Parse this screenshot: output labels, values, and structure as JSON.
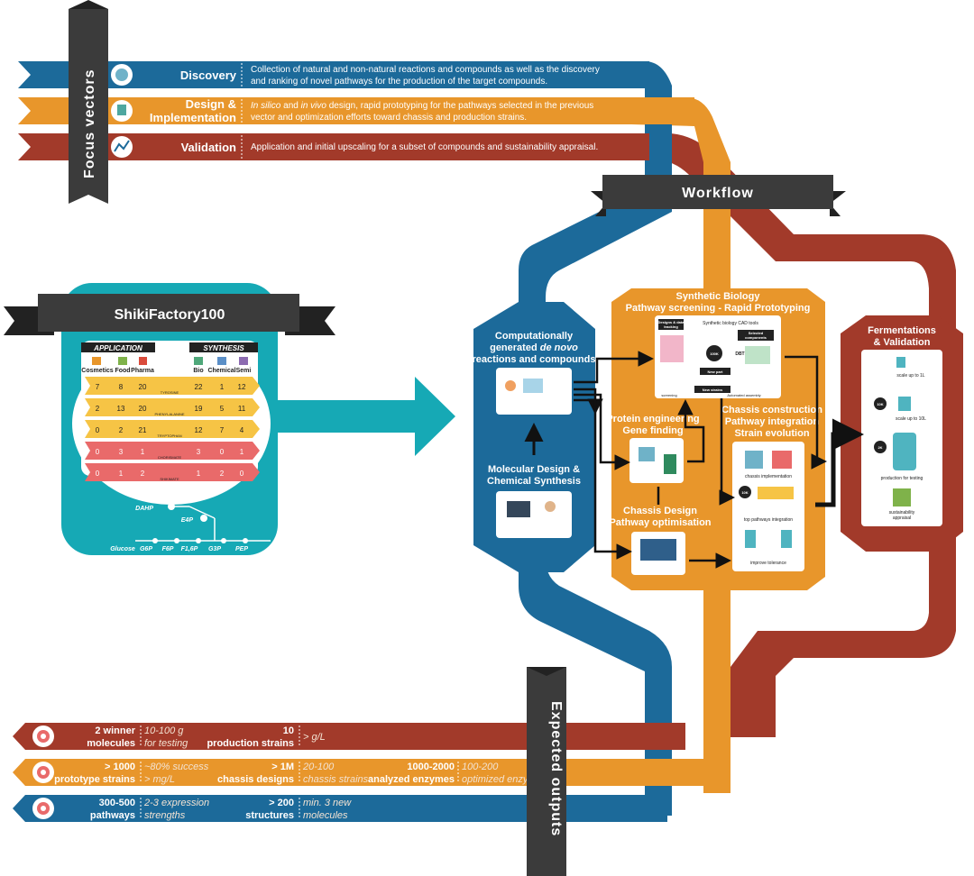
{
  "focus": {
    "label": "Focus vectors",
    "vectors": [
      {
        "title": "Discovery",
        "desc1": "Collection of natural and non-natural reactions and compounds as well as the discovery",
        "desc2": "and ranking of novel pathways for the production of the target compounds."
      },
      {
        "title1": "Design &",
        "title2": "Implementation",
        "desc1_it": "In silico",
        "desc1_mid": " and ",
        "desc1_it2": "in vivo",
        "desc1_rest": " design, rapid prototyping for the pathways selected in the previous",
        "desc2": "vector and optimization efforts toward chassis and production strains."
      },
      {
        "title": "Validation",
        "desc1": "Application and initial upscaling for a subset of compounds and sustainability appraisal."
      }
    ]
  },
  "workflow": {
    "label": "Workflow"
  },
  "shiki": {
    "title": "ShikiFactory100",
    "application_label": "APPLICATION",
    "synthesis_label": "SYNTHESIS",
    "app_cols": [
      "Cosmetics",
      "Food",
      "Pharma"
    ],
    "syn_cols": [
      "Bio",
      "Chemical",
      "Semi"
    ],
    "rows": [
      {
        "name": "TYROSINE",
        "app": [
          "7",
          "8",
          "20"
        ],
        "syn": [
          "22",
          "1",
          "12"
        ]
      },
      {
        "name": "PHENYLALANINE",
        "app": [
          "2",
          "13",
          "20"
        ],
        "syn": [
          "19",
          "5",
          "11"
        ]
      },
      {
        "name": "TRYPTOPHAN",
        "app": [
          "0",
          "2",
          "21"
        ],
        "syn": [
          "12",
          "7",
          "4"
        ]
      },
      {
        "name": "CHORISMATE",
        "app": [
          "0",
          "3",
          "1"
        ],
        "syn": [
          "3",
          "0",
          "1"
        ]
      },
      {
        "name": "SHIKIMATE",
        "app": [
          "0",
          "1",
          "2"
        ],
        "syn": [
          "1",
          "2",
          "0"
        ]
      }
    ],
    "pathway": {
      "dahp": "DAHP",
      "e4p": "E4P",
      "nodes": [
        "Glucose",
        "G6P",
        "F6P",
        "F1,6P",
        "G3P",
        "PEP"
      ]
    }
  },
  "blue_panel": {
    "top_title1": "Computationally",
    "top_title2a": "generated ",
    "top_title2b": "de novo",
    "top_title3": "reactions and compounds",
    "bottom_title1": "Molecular Design &",
    "bottom_title2": "Chemical Synthesis"
  },
  "orange_panel": {
    "title1": "Synthetic Biology",
    "title2": "Pathway screening - Rapid Prototyping",
    "protein1": "Protein engineering",
    "protein2": "Gene finding",
    "chassis_c1": "Chassis construction",
    "chassis_c2": "Pathway integration",
    "chassis_c3": "Strain evolution",
    "chassis_d1": "Chassis Design",
    "chassis_d2": "Pathway optimisation",
    "dbtl": {
      "designs1": "Designs & data",
      "designs2": "tracking",
      "cad": "Synthetic biology CAD tools",
      "selected1": "Selected",
      "selected2": "components",
      "dbtl": "DBTL",
      "new_part": "New part",
      "new_strains": "New strains",
      "automated": "Automated assembly",
      "screening": "screening",
      "days": "100K"
    },
    "chassis_labels": {
      "impl": "chassis implementation",
      "top": "top pathways integration",
      "tol": "improve tolerance",
      "badge": "10K"
    }
  },
  "red_panel": {
    "title1": "Fermentations",
    "title2": "& Validation",
    "scale1": "scale up to  1L",
    "scale2": "scale up to  10L",
    "prod": "production for testing",
    "sust1": "sustainability",
    "sust2": "appraisal",
    "badge1": "10K",
    "badge2": "2K"
  },
  "outputs": {
    "label": "Expected outputs",
    "rows": [
      {
        "a_b1": "2 winner",
        "a_b2": "molecules",
        "a_i1": "10-100 g",
        "a_i2": "for testing",
        "b_b1": "10",
        "b_b2": "production strains",
        "b_i1": "> g/L"
      },
      {
        "a_b1": "> 1000",
        "a_b2": "prototype strains",
        "a_i1": "~80% success",
        "a_i2": "> mg/L",
        "b_b1": "> 1M",
        "b_b2": "chassis designs",
        "b_i1": "20-100",
        "b_i2": "chassis strains",
        "c_b1": "1000-2000",
        "c_b2": "analyzed enzymes",
        "c_i1": "100-200",
        "c_i2": "optimized enzymes"
      },
      {
        "a_b1": "300-500",
        "a_b2": "pathways",
        "a_i1": "2-3 expression",
        "a_i2": "strengths",
        "b_b1": "> 200",
        "b_b2": "structures",
        "b_i1": "min. 3 new",
        "b_i2": "molecules"
      }
    ]
  },
  "colors": {
    "blue": "#1c6a9a",
    "orange": "#e8962b",
    "red": "#a23a2a",
    "teal": "#16a9b5",
    "dark": "#3b3b3b"
  }
}
